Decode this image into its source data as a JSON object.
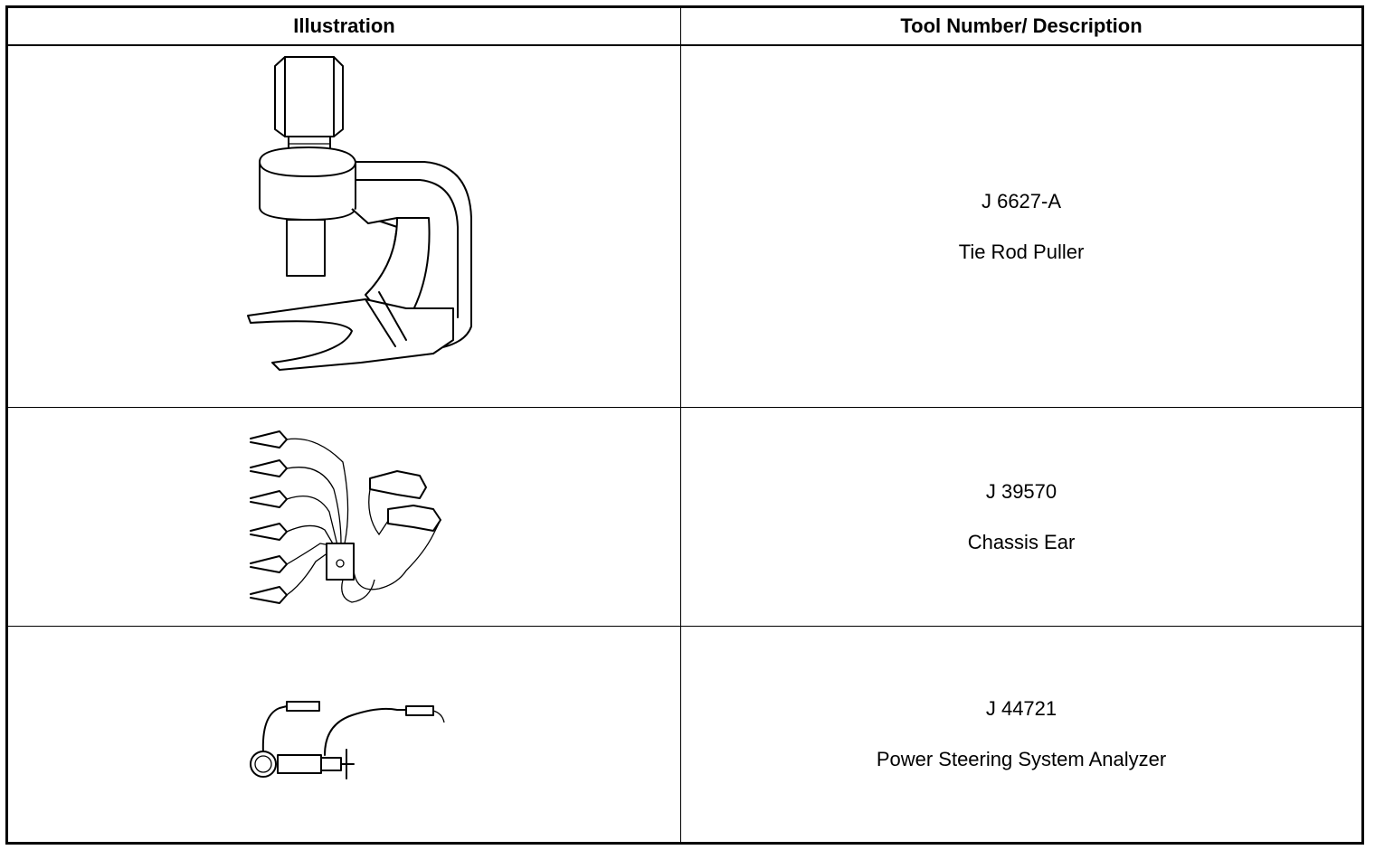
{
  "table": {
    "headers": {
      "illustration": "Illustration",
      "description": "Tool Number/ Description"
    },
    "rows": [
      {
        "tool_number": "J 6627-A",
        "description": "Tie Rod Puller",
        "illustration_icon": "tie-rod-puller-icon"
      },
      {
        "tool_number": "J 39570",
        "description": "Chassis Ear",
        "illustration_icon": "chassis-ear-icon"
      },
      {
        "tool_number": "J 44721",
        "description": "Power Steering System Analyzer",
        "illustration_icon": "power-steering-analyzer-icon"
      }
    ]
  }
}
